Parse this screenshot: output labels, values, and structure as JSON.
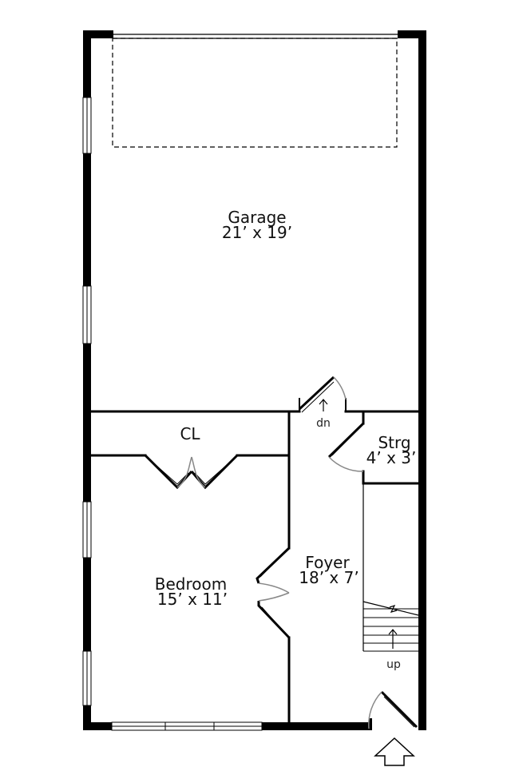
{
  "plan": {
    "rooms": {
      "garage": {
        "name": "Garage",
        "dims": "21’ x 19’"
      },
      "closet": {
        "name": "CL"
      },
      "storage": {
        "name": "Strg",
        "dims": "4’ x 3’"
      },
      "foyer": {
        "name": "Foyer",
        "dims": "18’ x 7’"
      },
      "bedroom": {
        "name": "Bedroom",
        "dims": "15’ x 11’"
      }
    },
    "labels": {
      "down": "dn",
      "up": "up"
    },
    "colors": {
      "wall": "#000000",
      "door_arc": "#888888",
      "background": "#ffffff"
    }
  }
}
